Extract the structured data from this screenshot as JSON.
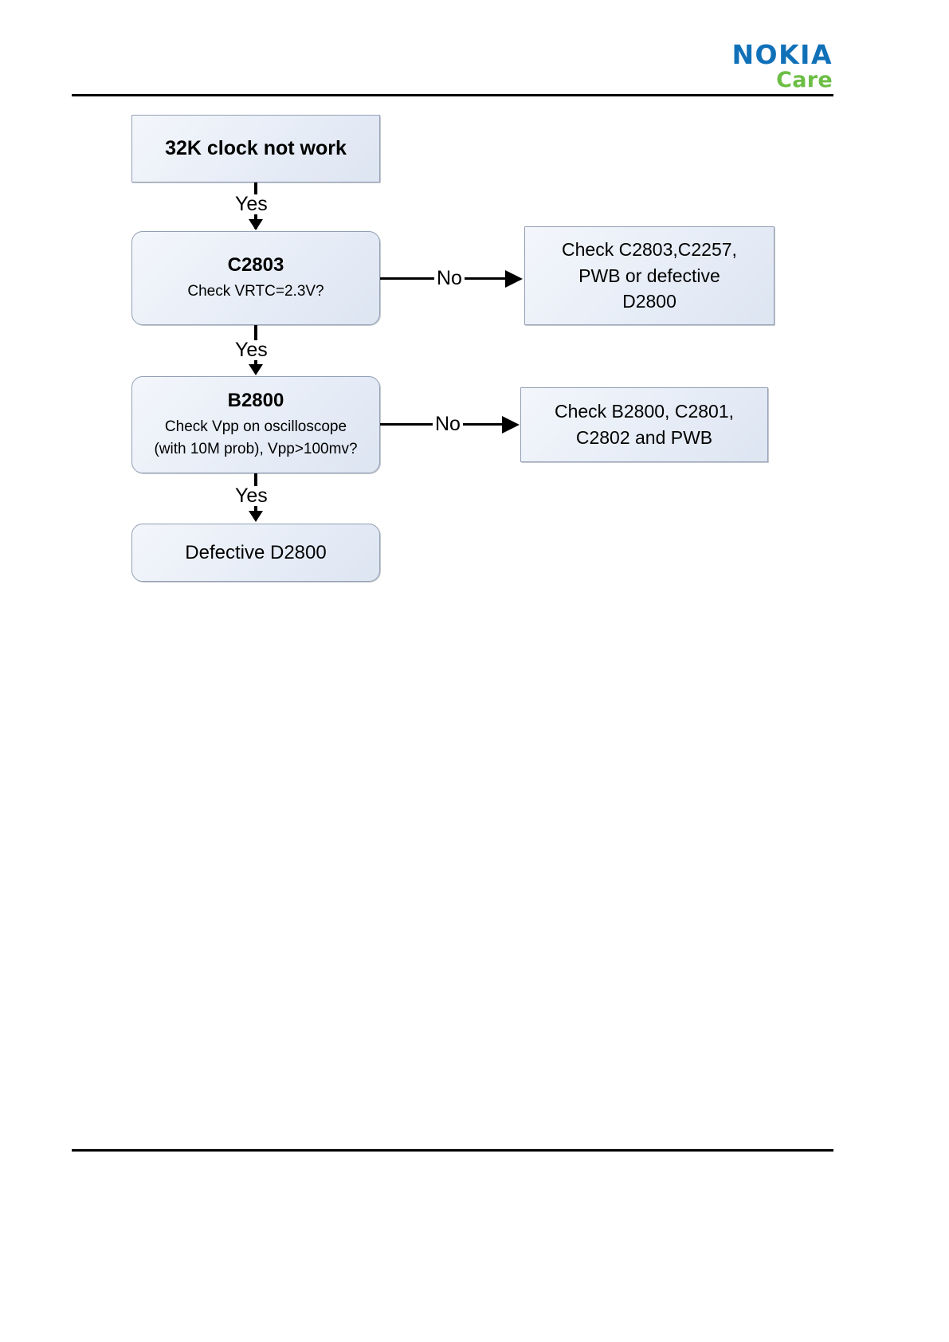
{
  "header": {
    "logo_primary": "NOKIA",
    "logo_secondary": "Care",
    "logo_primary_color": "#1171b8",
    "logo_secondary_color": "#6cbe45"
  },
  "chart_data": {
    "type": "diagram",
    "diagram_kind": "troubleshooting-flowchart",
    "title": "32K clock not work",
    "node_fill": "#e7edf7",
    "node_border": "#94a0b4",
    "nodes": [
      {
        "id": "start",
        "shape": "rectangle",
        "title": "32K clock not work"
      },
      {
        "id": "c2803",
        "shape": "rounded-rectangle",
        "title": "C2803",
        "sub": "Check VRTC=2.3V?"
      },
      {
        "id": "c2803_fail",
        "shape": "rectangle",
        "lines": [
          "Check C2803,C2257,",
          "PWB or defective",
          "D2800"
        ]
      },
      {
        "id": "b2800",
        "shape": "rounded-rectangle",
        "title": "B2800",
        "sub_lines": [
          "Check Vpp on oscilloscope",
          "(with 10M prob), Vpp>100mv?"
        ]
      },
      {
        "id": "b2800_fail",
        "shape": "rectangle",
        "lines": [
          "Check B2800, C2801,",
          "C2802 and PWB"
        ]
      },
      {
        "id": "end",
        "shape": "rounded-rectangle",
        "title": "Defective D2800"
      }
    ],
    "edges": [
      {
        "from": "start",
        "to": "c2803",
        "label": "Yes",
        "direction": "down"
      },
      {
        "from": "c2803",
        "to": "c2803_fail",
        "label": "No",
        "direction": "right"
      },
      {
        "from": "c2803",
        "to": "b2800",
        "label": "Yes",
        "direction": "down"
      },
      {
        "from": "b2800",
        "to": "b2800_fail",
        "label": "No",
        "direction": "right"
      },
      {
        "from": "b2800",
        "to": "end",
        "label": "Yes",
        "direction": "down"
      }
    ]
  },
  "flow": {
    "start_label": "32K clock not work",
    "c2803_title": "C2803",
    "c2803_sub": "Check VRTC=2.3V?",
    "c2803_fail_line1": "Check C2803,C2257,",
    "c2803_fail_line2": "PWB or defective",
    "c2803_fail_line3": "D2800",
    "b2800_title": "B2800",
    "b2800_sub1": "Check Vpp on oscilloscope",
    "b2800_sub2": "(with 10M prob), Vpp>100mv?",
    "b2800_fail_line1": "Check B2800, C2801,",
    "b2800_fail_line2": "C2802 and PWB",
    "end_label": "Defective D2800",
    "edge_yes_1": "Yes",
    "edge_yes_2": "Yes",
    "edge_yes_3": "Yes",
    "edge_no_1": "No",
    "edge_no_2": "No"
  }
}
